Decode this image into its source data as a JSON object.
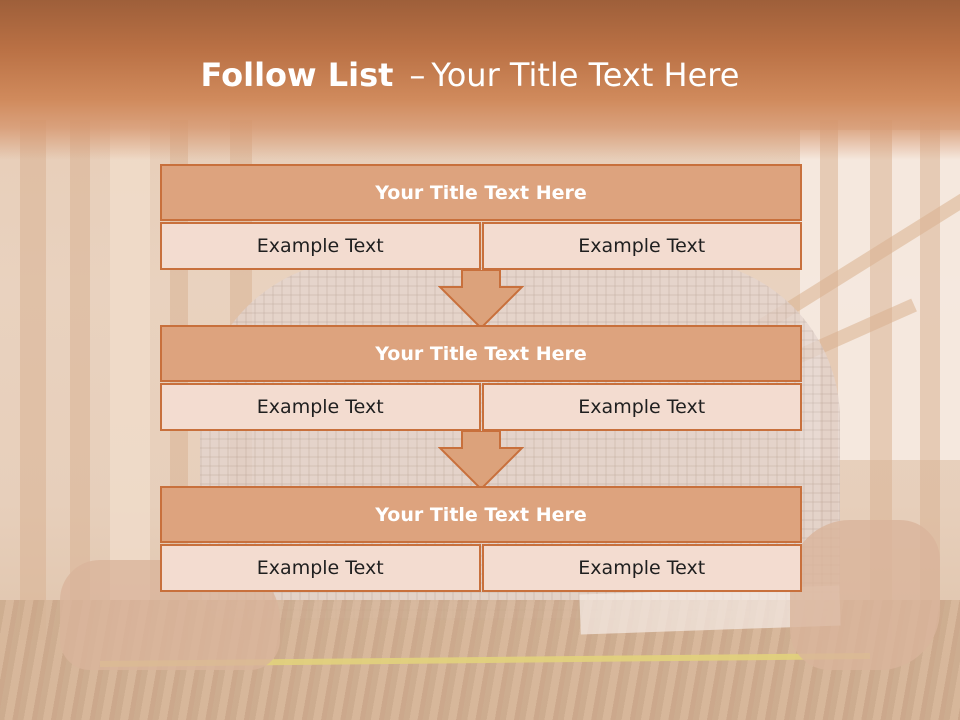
{
  "slide": {
    "title_bold": "Follow List",
    "title_rest": "Your Title Text Here",
    "title_separator": "–"
  },
  "blocks": [
    {
      "title": "Your Title Text Here",
      "cells": [
        "Example Text",
        "Example Text"
      ]
    },
    {
      "title": "Your Title Text Here",
      "cells": [
        "Example Text",
        "Example Text"
      ]
    },
    {
      "title": "Your Title Text Here",
      "cells": [
        "Example Text",
        "Example Text"
      ]
    }
  ],
  "colors": {
    "header_band": "#c47a4b",
    "block_title_fill": "#dda37e",
    "block_cell_fill": "#f3dcd0",
    "block_border": "#c8703c",
    "arrow_fill": "#dca27b"
  },
  "background_photo": "construction-worker-measuring-on-table"
}
